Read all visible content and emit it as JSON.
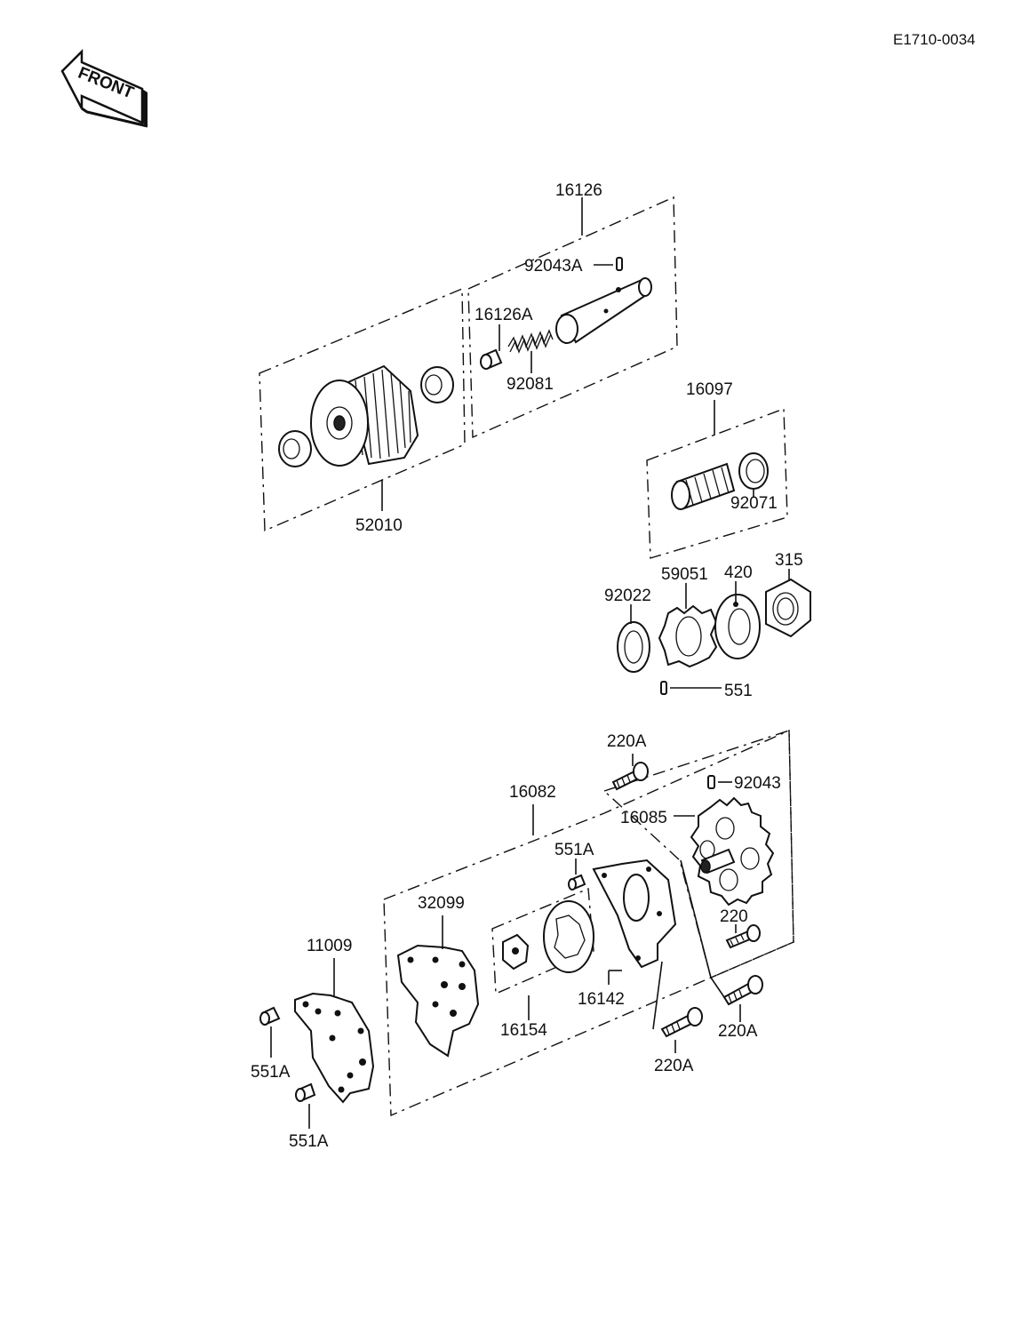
{
  "diagram_code": "E1710-0034",
  "front_label": "FRONT",
  "parts": {
    "p16126": "16126",
    "p92043A": "92043A",
    "p16126A": "16126A",
    "p92081": "92081",
    "p52010": "52010",
    "p16097": "16097",
    "p92071": "92071",
    "p92022": "92022",
    "p59051": "59051",
    "p420": "420",
    "p315": "315",
    "p551": "551",
    "p220A_top": "220A",
    "p92043": "92043",
    "p16082": "16082",
    "p16085": "16085",
    "p551A_mid": "551A",
    "p32099": "32099",
    "p220": "220",
    "p11009": "11009",
    "p16142": "16142",
    "p16154": "16154",
    "p220A_r": "220A",
    "p220A_b": "220A",
    "p551A_l1": "551A",
    "p551A_l2": "551A"
  }
}
